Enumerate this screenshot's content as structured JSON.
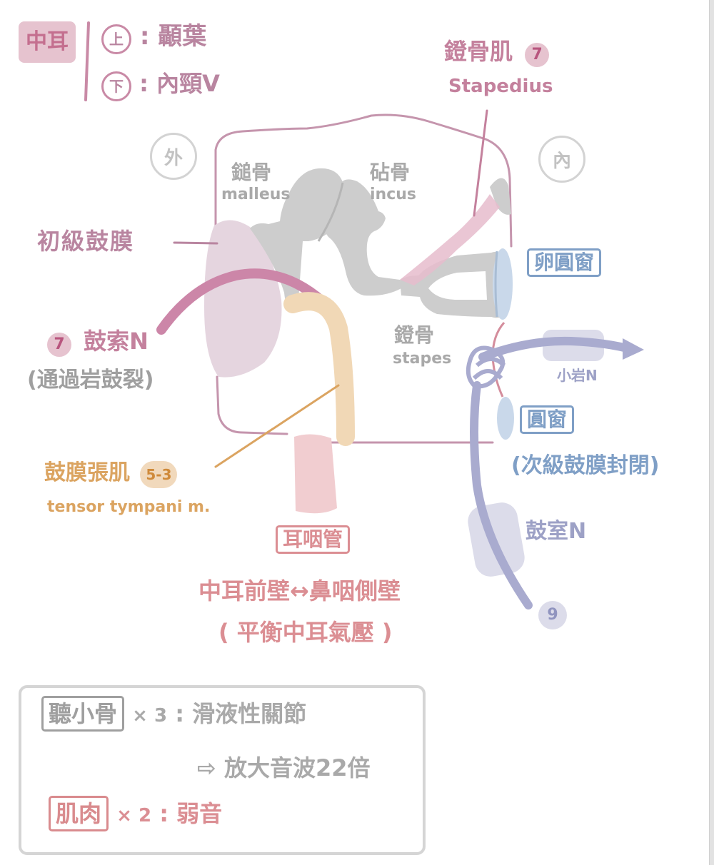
{
  "header": {
    "title": "中耳",
    "upper_marker": "上",
    "upper_text": ": 顳葉",
    "lower_marker": "下",
    "lower_text": ": 內頸V"
  },
  "orientation": {
    "outer": "外",
    "inner": "內"
  },
  "stapedius": {
    "name_zh": "鐙骨肌",
    "nerve_badge": "7",
    "name_en": "Stapedius"
  },
  "ossicles": {
    "malleus_zh": "鎚骨",
    "malleus_en": "malleus",
    "incus_zh": "砧骨",
    "incus_en": "incus",
    "stapes_zh": "鐙骨",
    "stapes_en": "stapes"
  },
  "tympanic_membrane": {
    "label": "初級鼓膜"
  },
  "chorda_tympani": {
    "nerve_badge": "7",
    "label": "鼓索N",
    "note": "(通過岩鼓裂)"
  },
  "tensor_tympani": {
    "name_zh": "鼓膜張肌",
    "nerve_badge": "5-3",
    "name_en": "tensor tympani m."
  },
  "oval_window": {
    "label": "卵圓窗"
  },
  "lesser_petrosal": {
    "label": "小岩N"
  },
  "round_window": {
    "label": "圓窗",
    "note": "(次級鼓膜封閉)"
  },
  "tympanic_nerve": {
    "label": "鼓室N",
    "nerve_badge": "9"
  },
  "eustachian_tube": {
    "label": "耳咽管",
    "line1": "中耳前壁↔鼻咽側壁",
    "line2": "( 平衡中耳氣壓 )"
  },
  "summary": {
    "ossicles_label": "聽小骨",
    "ossicles_count": "× 3",
    "ossicles_desc": ":  滑液性關節",
    "ossicles_effect": "⇨ 放大音波22倍",
    "muscles_label": "肌肉",
    "muscles_count": "× 2",
    "muscles_desc": ":  弱音"
  },
  "colors": {
    "cavity_outline": "#c595ad",
    "bone": "#cdcdcd",
    "membrane": "#e5d5df",
    "chorda": "#cc86a8",
    "tensor": "#f1d8b6",
    "stapedius_muscle": "#e6bccd",
    "window": "#c9d8ea",
    "nerve9": "#a9abcf",
    "tube": "#f1cdd0"
  }
}
